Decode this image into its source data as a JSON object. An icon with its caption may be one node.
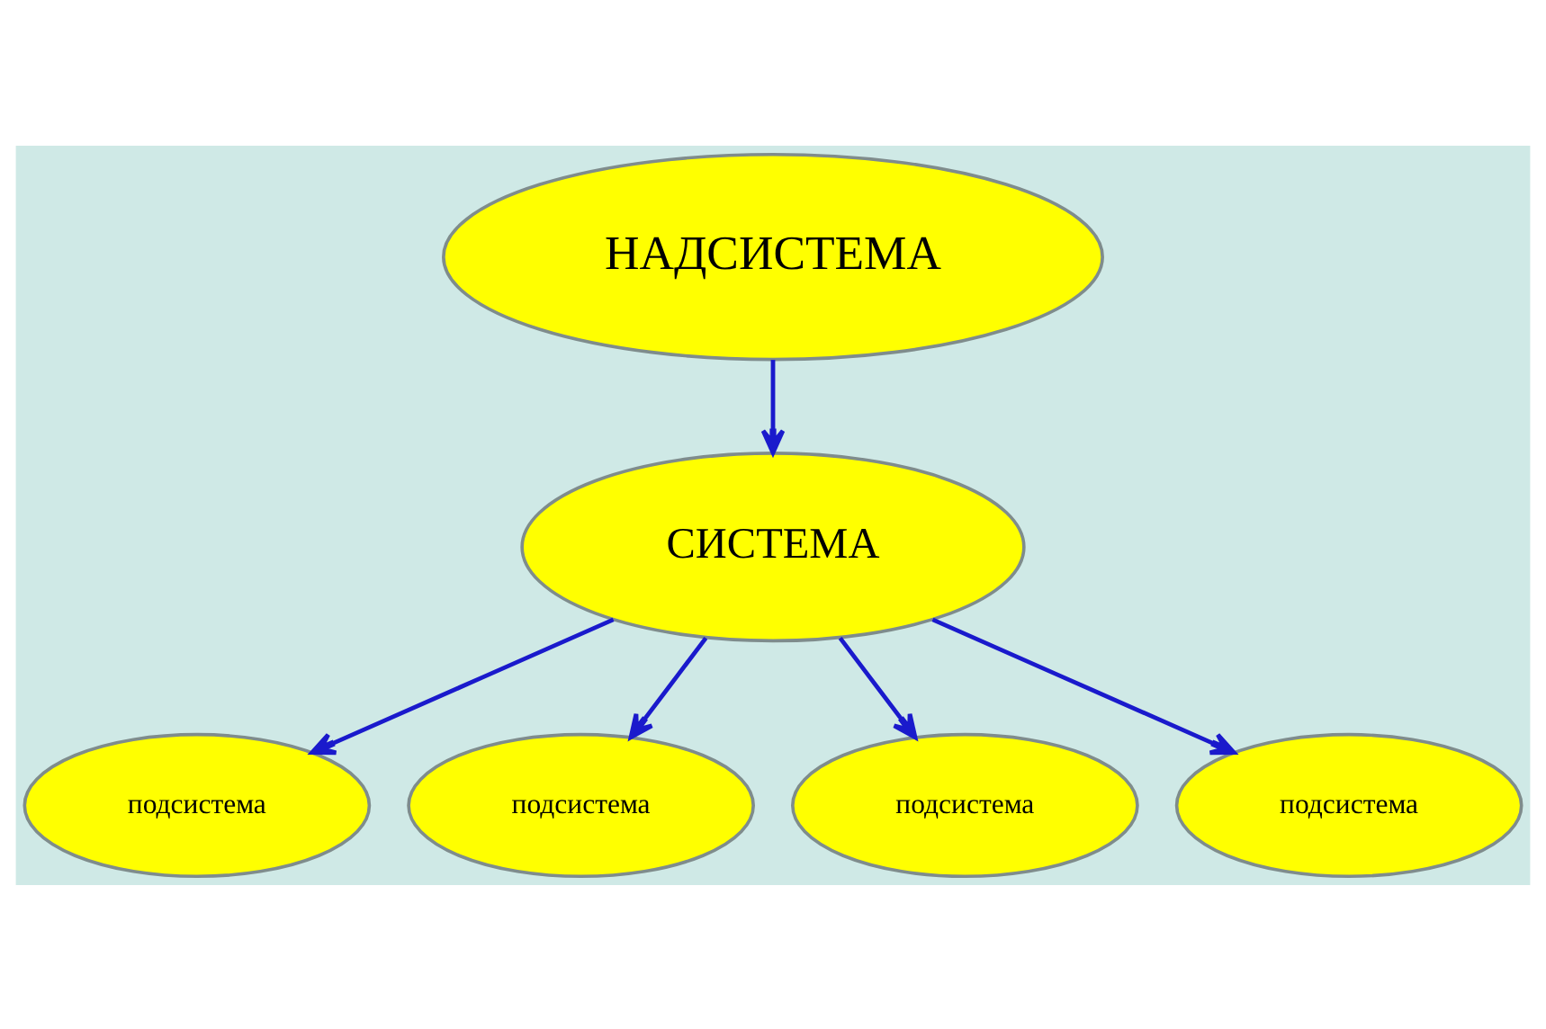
{
  "diagram": {
    "nodes": [
      {
        "text": [
          "НАДСИСТЕМА"
        ]
      },
      {
        "text": [
          "СИСТЕМА"
        ]
      },
      {
        "text": [
          "подсистема"
        ]
      },
      {
        "text": [
          "подсистема"
        ]
      },
      {
        "text": [
          "подсистема"
        ]
      },
      {
        "text": [
          "подсистема"
        ]
      }
    ],
    "edges": [
      {
        "from": 0,
        "to": 1,
        "arrow": "to"
      },
      {
        "from": 1,
        "to": 2,
        "arrow": "to"
      },
      {
        "from": 1,
        "to": 3,
        "arrow": "to"
      },
      {
        "from": 1,
        "to": 4,
        "arrow": "to"
      },
      {
        "from": 1,
        "to": 5,
        "arrow": "to"
      }
    ]
  }
}
